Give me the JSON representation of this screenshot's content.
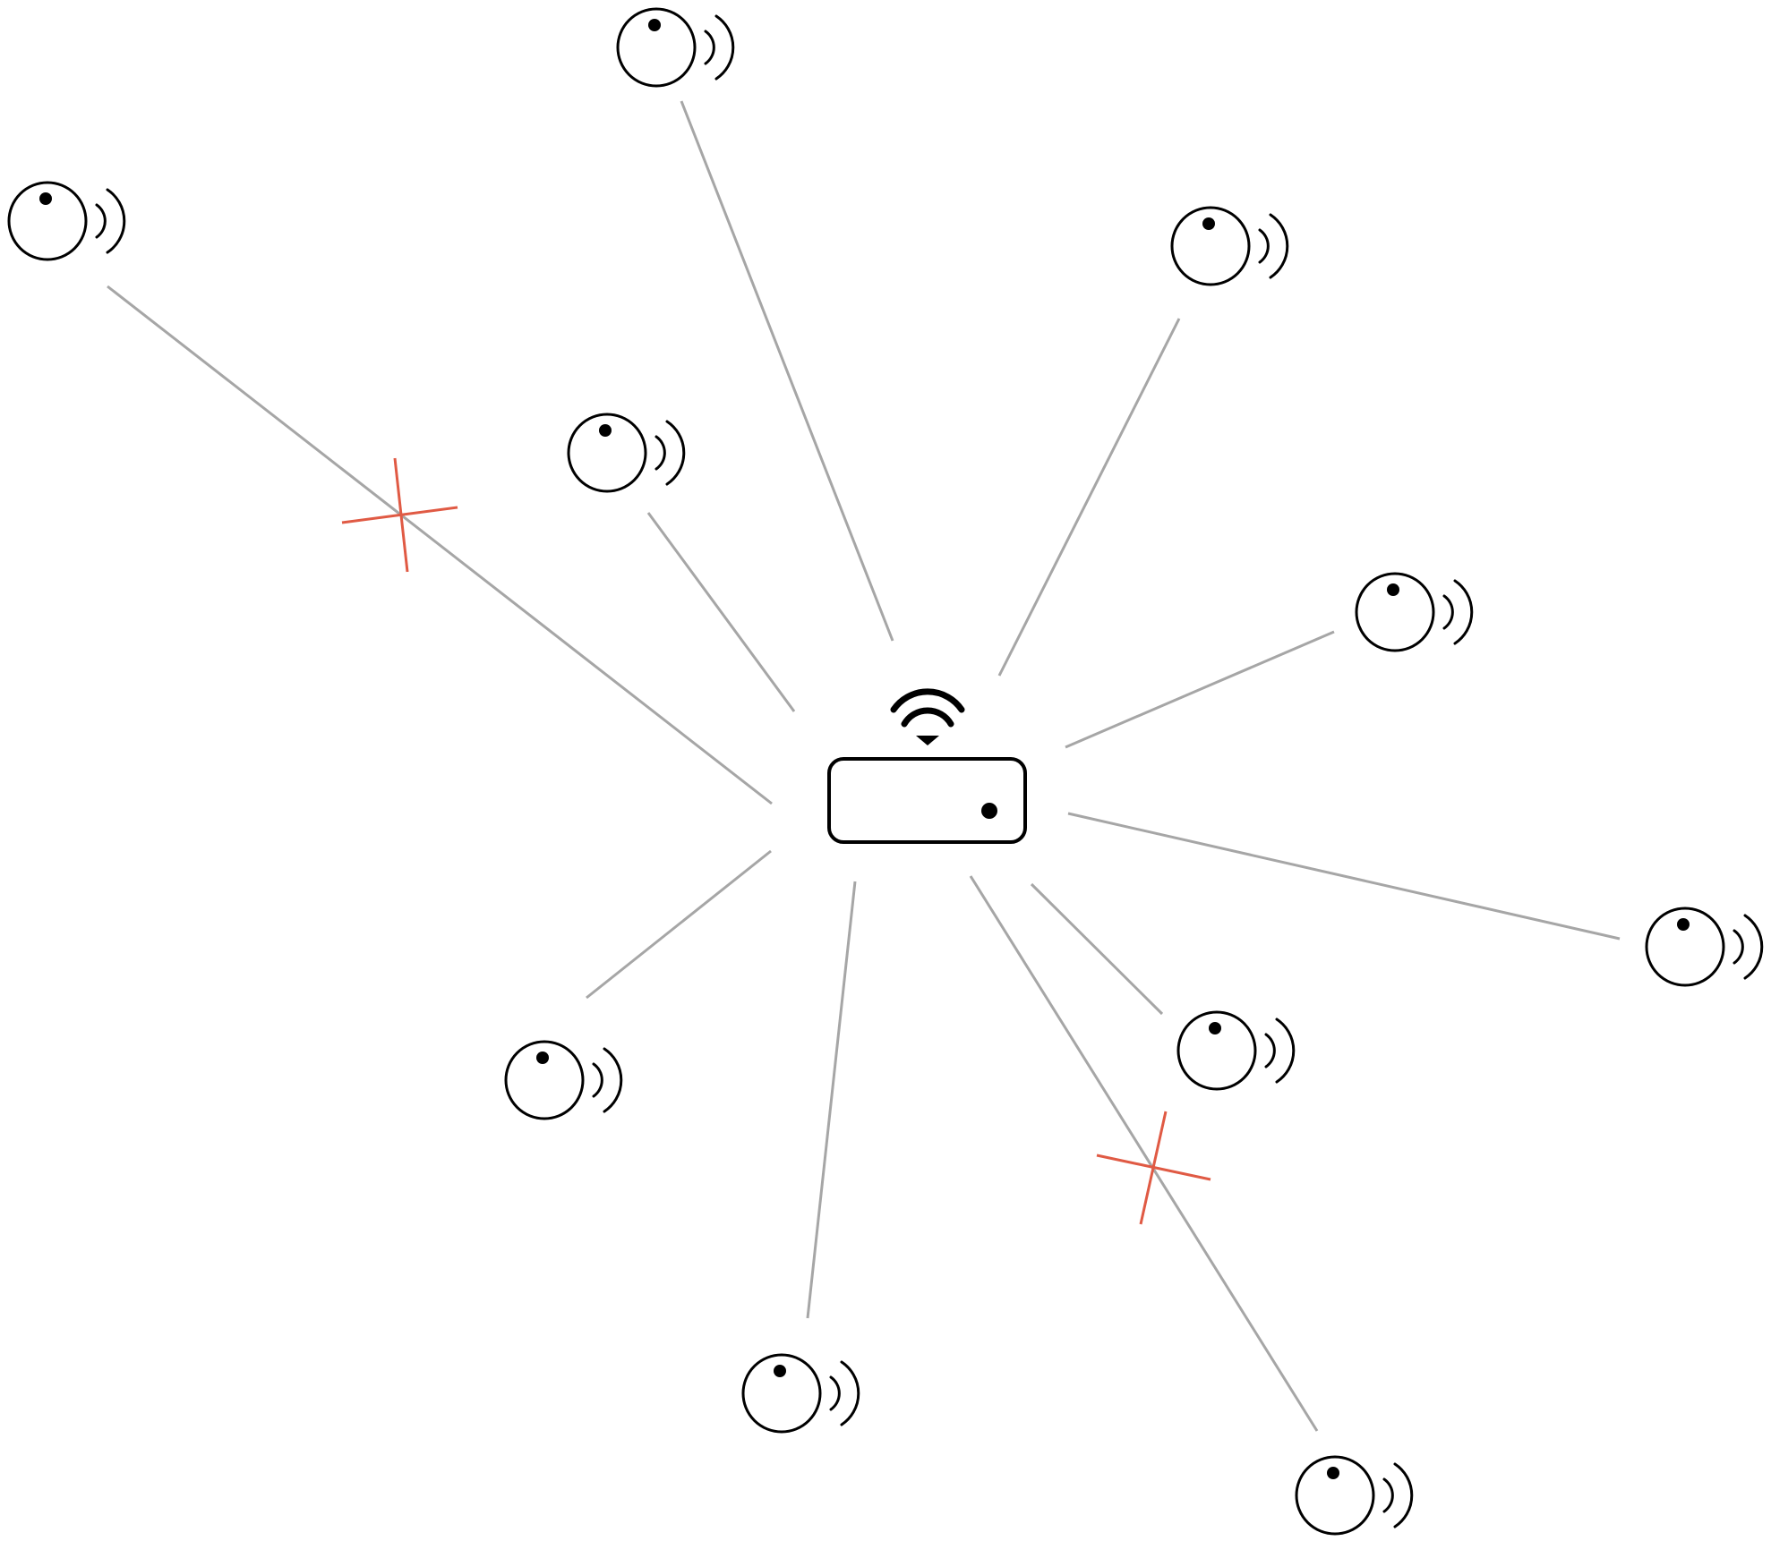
{
  "diagram": {
    "type": "star-network",
    "colors": {
      "background": "#ffffff",
      "link": "#a6a6a6",
      "broken_marker": "#e05a44",
      "icon_stroke": "#000000"
    },
    "hub": {
      "kind": "wireless-router",
      "icon": "wifi-icon"
    },
    "nodes": [
      {
        "kind": "wireless-sensor",
        "icon": "sensor-icon",
        "link_status": "connected"
      },
      {
        "kind": "wireless-sensor",
        "icon": "sensor-icon",
        "link_status": "broken"
      },
      {
        "kind": "wireless-sensor",
        "icon": "sensor-icon",
        "link_status": "connected"
      },
      {
        "kind": "wireless-sensor",
        "icon": "sensor-icon",
        "link_status": "connected"
      },
      {
        "kind": "wireless-sensor",
        "icon": "sensor-icon",
        "link_status": "connected"
      },
      {
        "kind": "wireless-sensor",
        "icon": "sensor-icon",
        "link_status": "connected"
      },
      {
        "kind": "wireless-sensor",
        "icon": "sensor-icon",
        "link_status": "connected"
      },
      {
        "kind": "wireless-sensor",
        "icon": "sensor-icon",
        "link_status": "connected"
      },
      {
        "kind": "wireless-sensor",
        "icon": "sensor-icon",
        "link_status": "connected"
      },
      {
        "kind": "wireless-sensor",
        "icon": "sensor-icon",
        "link_status": "broken"
      },
      {
        "kind": "wireless-sensor",
        "icon": "sensor-icon",
        "link_status": "connected"
      }
    ]
  }
}
